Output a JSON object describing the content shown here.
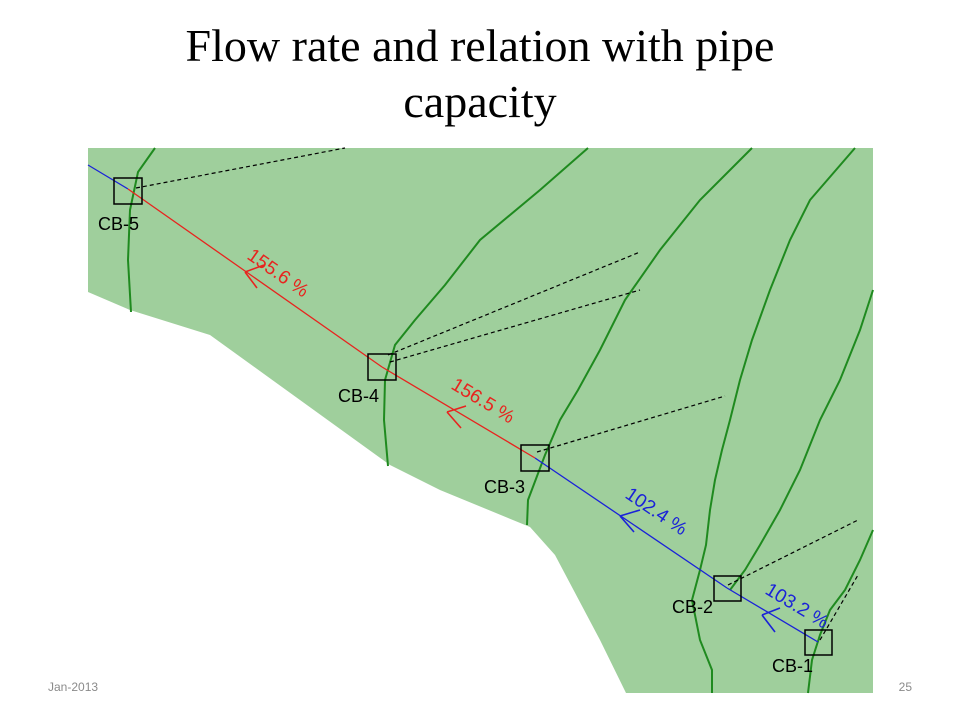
{
  "slide": {
    "title_line1": "Flow rate and relation with pipe",
    "title_line2": "capacity",
    "footer_date": "Jan-2013",
    "page_number": "25"
  },
  "diagram": {
    "colors": {
      "ground": "#9fcf9c",
      "contour": "#1f8a1f",
      "overloaded_pipe": "#e8231e",
      "near_capacity_pipe": "#1a22d8",
      "structure_outline": "#000000",
      "inlet_connection": "#000000"
    },
    "catch_basins": [
      {
        "id": "CB-5",
        "label": "CB-5"
      },
      {
        "id": "CB-4",
        "label": "CB-4"
      },
      {
        "id": "CB-3",
        "label": "CB-3"
      },
      {
        "id": "CB-2",
        "label": "CB-2"
      },
      {
        "id": "CB-1",
        "label": "CB-1"
      }
    ],
    "pipes": [
      {
        "from": "CB-4",
        "to": "CB-5",
        "capacity_label": "155.6 %",
        "status": "overloaded"
      },
      {
        "from": "CB-3",
        "to": "CB-4",
        "capacity_label": "156.5 %",
        "status": "overloaded"
      },
      {
        "from": "CB-2",
        "to": "CB-3",
        "capacity_label": "102.4 %",
        "status": "near_capacity"
      },
      {
        "from": "CB-1",
        "to": "CB-2",
        "capacity_label": "103.2 %",
        "status": "near_capacity"
      }
    ]
  }
}
